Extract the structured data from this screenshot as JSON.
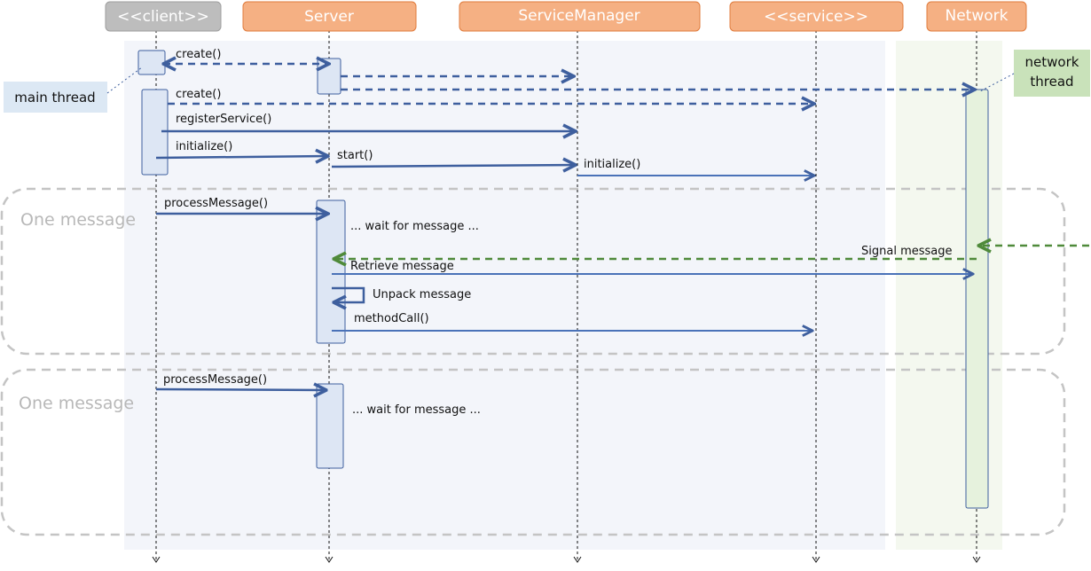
{
  "participants": {
    "client": "<<client>>",
    "server": "Server",
    "service_manager": "ServiceManager",
    "service": "<<service>>",
    "network": "Network"
  },
  "notes": {
    "main_thread": "main thread",
    "network_thread_line1": "network",
    "network_thread_line2": "thread"
  },
  "frames": {
    "first": "One message",
    "second": "One message"
  },
  "messages": {
    "create_server": "create()",
    "create_service": "create()",
    "register_service": "registerService()",
    "initialize_server": "initialize()",
    "start": "start()",
    "initialize_service": "initialize()",
    "process_message_1": "processMessage()",
    "wait_1": "... wait for message ...",
    "signal_message": "Signal message",
    "retrieve_message": "Retrieve message",
    "unpack_message": "Unpack message",
    "method_call": "methodCall()",
    "process_message_2": "processMessage()",
    "wait_2": "... wait for message ..."
  },
  "colors": {
    "participant_header": "#f5b083",
    "participant_header_border": "#e07b3c",
    "client_header": "#bdbdbd",
    "message_arrow": "#3e5f9e",
    "signal_arrow": "#4f8a3a",
    "activation_fill": "#dde6f4",
    "network_activation_fill": "#e6f2dd",
    "main_area_fill": "#f3f5fa",
    "network_area_fill": "#f4f8ef",
    "main_thread_note": "#dce8f4",
    "network_thread_note": "#c9e2ba",
    "frame_border": "#c4c4c4"
  }
}
